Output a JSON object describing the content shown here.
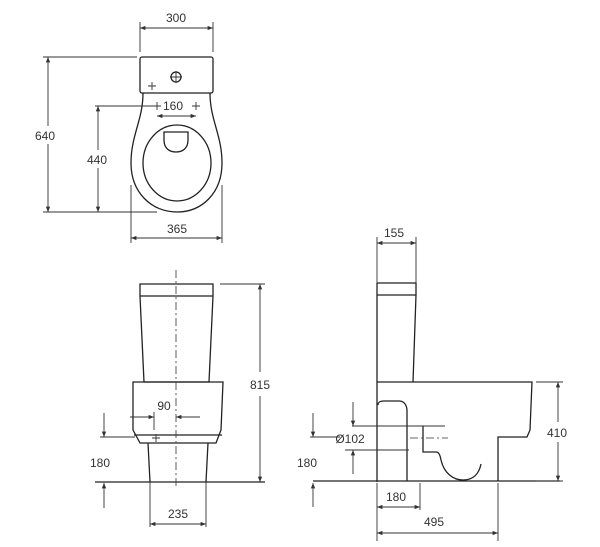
{
  "drawing": {
    "top_view": {
      "width_tank": "300",
      "total_depth": "640",
      "seat_to_fixing": "440",
      "fixing_spacing": "160",
      "bowl_width": "365"
    },
    "front_view": {
      "height": "815",
      "offset": "90",
      "inlet_height": "180",
      "base_width": "235"
    },
    "side_view": {
      "tank_depth": "155",
      "outlet_diameter": "Ø102",
      "outlet_height": "180",
      "seat_height": "410",
      "wall_to_outlet": "180",
      "total_projection": "495"
    }
  }
}
